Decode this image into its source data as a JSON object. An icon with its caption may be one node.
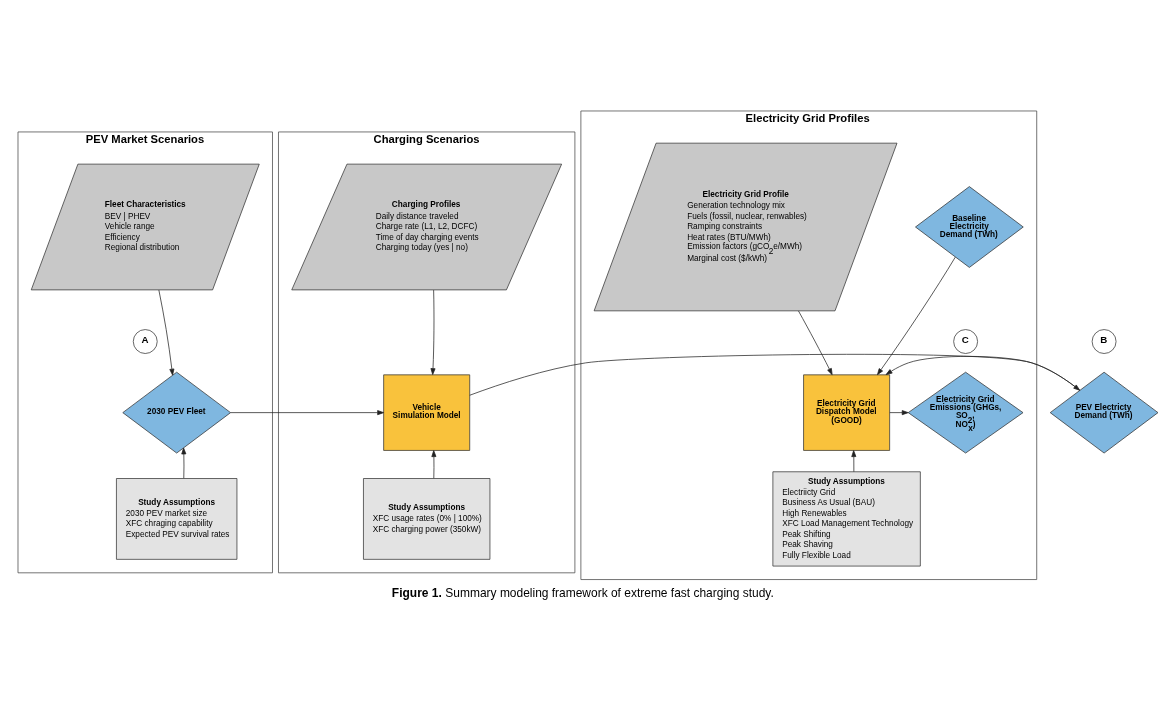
{
  "diagram": {
    "caption": "**Figure 1.** Summary modeling framework of extreme fast charging study.",
    "nodes": [
      {
        "text": [
          "PEV Market Scenarios"
        ]
      },
      {
        "text": [
          "Charging Scenarios"
        ]
      },
      {
        "text": [
          "Electricity Grid Profiles"
        ]
      },
      {
        "text": [
          "Fleet Characteristics",
          "BEV | PHEV",
          "Vehicle range",
          "Efficiency",
          "Regional distribution"
        ],
        "in": 0
      },
      {
        "text": [
          "A"
        ],
        "in": 0
      },
      {
        "text": [
          "2030 PEV Fleet"
        ],
        "in": 0
      },
      {
        "text": [
          "Study Assumptions",
          "2030 PEV market size",
          "XFC chraging capability",
          "Expected PEV survival rates"
        ],
        "in": 0
      },
      {
        "text": [
          "Charging Profiles",
          "Daily distance traveled",
          "Charge rate (L1, L2, DCFC)",
          "Time of day charging events",
          "Charging today (yes | no)"
        ],
        "in": 1
      },
      {
        "text": [
          "Vehicle Simulation Model"
        ],
        "in": 1
      },
      {
        "text": [
          "Study Assumptions",
          "XFC usage rates (0% | 100%)",
          "XFC charging power (350kW)"
        ],
        "in": 1
      },
      {
        "text": [
          "B"
        ]
      },
      {
        "text": [
          "PEV Electricty Demand (TWh)"
        ]
      },
      {
        "text": [
          "Baseline Electricity Demand (TWh)"
        ],
        "in": 2
      },
      {
        "text": [
          "Electricity Grid Profile",
          "Generation technology mix",
          "Fuels (fossil, nuclear, renwables)",
          "Ramping constraints",
          "Heat rates (BTU/MWh)",
          "Emission factors (gCO$_{2}$e/MWh)",
          "Marginal cost ($/kWh)"
        ],
        "in": 2
      },
      {
        "text": [
          "Electricity Grid Dispatch Model (GOOD)"
        ],
        "in": 2
      },
      {
        "text": [
          "C"
        ],
        "in": 2
      },
      {
        "text": [
          "Electricity Grid Emissions (GHGs, SO$_{2}$, NO$_{x}$)"
        ],
        "in": 2
      },
      {
        "text": [
          "Study Assumptions",
          "Electriicty Grid",
          "Business As Usual (BAU)",
          "High Renewables",
          "XFC Load Management Technology",
          "Peak Shifting",
          "Peak Shaving",
          "Fully Flexible Load"
        ],
        "in": 2
      }
    ],
    "edges": [
      {
        "from": 3,
        "to": 5,
        "arrow": "to"
      },
      {
        "from": 6,
        "to": 5,
        "arrow": "to"
      },
      {
        "from": 5,
        "to": 8,
        "arrow": "to"
      },
      {
        "from": 7,
        "to": 8,
        "arrow": "to"
      },
      {
        "from": 9,
        "to": 8,
        "arrow": "to"
      },
      {
        "from": 8,
        "to": 11,
        "arrow": "to"
      },
      {
        "from": 11,
        "to": 14,
        "arrow": "to"
      },
      {
        "from": 12,
        "to": 14,
        "arrow": "to"
      },
      {
        "from": 13,
        "to": 14,
        "arrow": "to"
      },
      {
        "from": 17,
        "to": 14,
        "arrow": "to"
      },
      {
        "from": 14,
        "to": 16,
        "arrow": "to"
      }
    ]
  }
}
